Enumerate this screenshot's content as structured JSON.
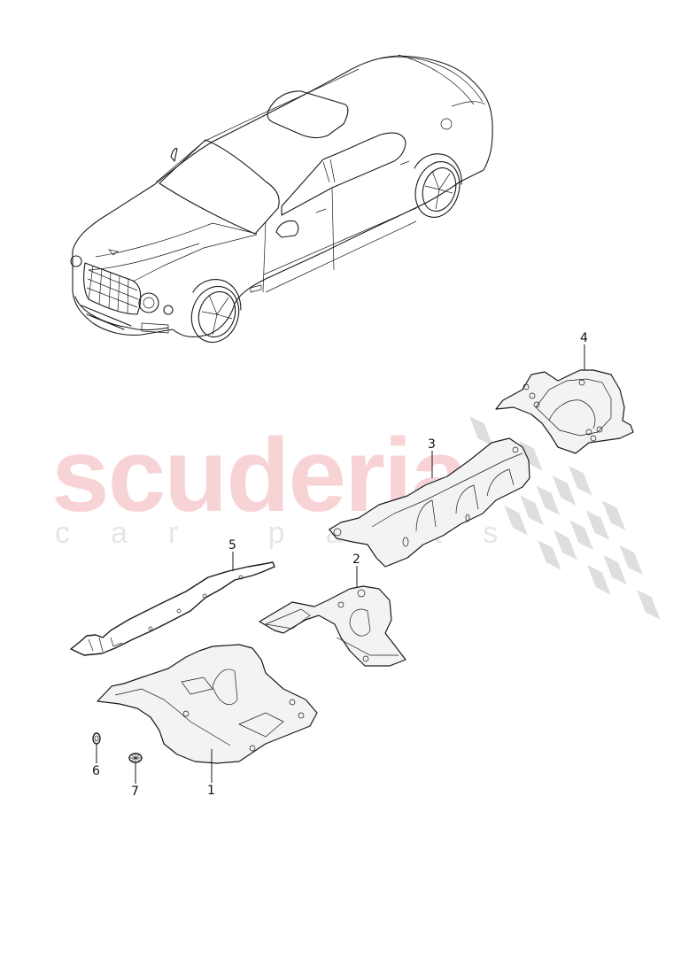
{
  "diagram": {
    "subject": "vehicle with underbody heat shields",
    "watermark": {
      "main": "scuderia",
      "sub": "car parts",
      "main_color": "#f8d3d6",
      "sub_color": "#e6e6e6",
      "checker_color": "#d9d9d9"
    },
    "callouts": [
      {
        "number": "1",
        "part": "heat shield (front underbody)"
      },
      {
        "number": "2",
        "part": "heat shield (centre)"
      },
      {
        "number": "3",
        "part": "heat shield (tunnel)"
      },
      {
        "number": "4",
        "part": "heat shield (rear)"
      },
      {
        "number": "5",
        "part": "heat shield strip"
      },
      {
        "number": "6",
        "part": "nut"
      },
      {
        "number": "7",
        "part": "clip"
      }
    ]
  }
}
